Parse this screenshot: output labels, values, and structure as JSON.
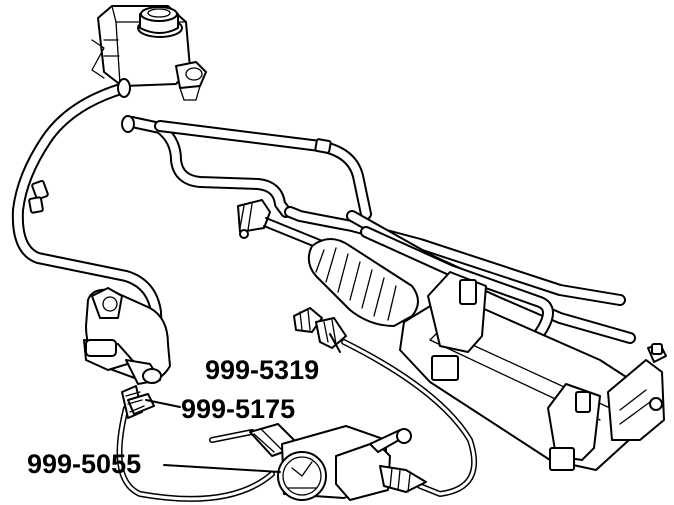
{
  "callouts": {
    "tool_1": "999-5319",
    "tool_2": "999-5175",
    "tool_3": "999-5055"
  },
  "colors": {
    "line": "#000000",
    "background": "#ffffff"
  }
}
